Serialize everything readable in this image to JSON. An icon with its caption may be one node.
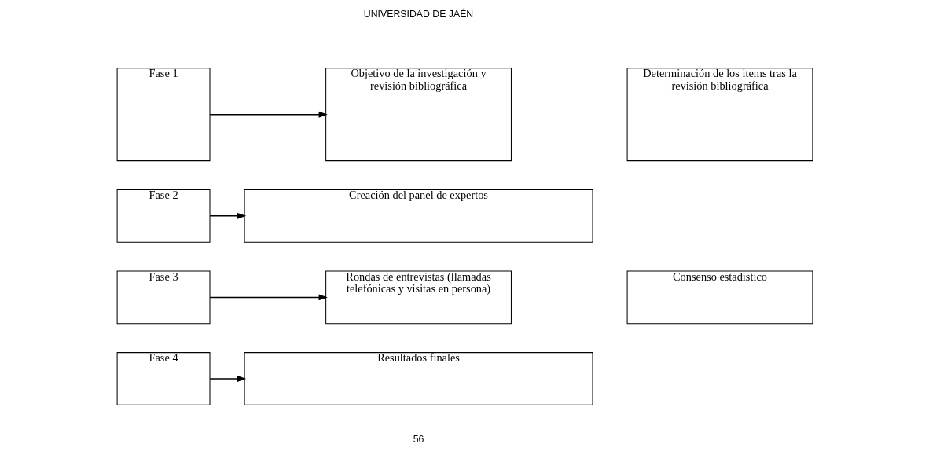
{
  "diagram": {
    "nodes": [
      {
        "text": [
          "Fase 1"
        ]
      },
      {
        "text": [
          "Objetivo de la investigación y revisión bibliográfica"
        ]
      },
      {
        "text": [
          "Determinación de los items tras la revisión bibliográfica"
        ]
      },
      {
        "text": [
          "Fase 2"
        ]
      },
      {
        "text": [
          "Creación del panel de expertos"
        ]
      },
      {
        "text": [
          "Fase 3"
        ]
      },
      {
        "text": [
          "Rondas de entrevistas (llamadas telefónicas y visitas en persona)"
        ]
      },
      {
        "text": [
          "Consenso estadístico"
        ]
      },
      {
        "text": [
          "Fase 4"
        ]
      },
      {
        "text": [
          "Resultados finales"
        ]
      }
    ],
    "edges": [
      {
        "from": 0,
        "to": 1,
        "arrow": "to"
      },
      {
        "from": 3,
        "to": 4,
        "arrow": "to"
      },
      {
        "from": 5,
        "to": 6,
        "arrow": "to"
      },
      {
        "from": 8,
        "to": 9,
        "arrow": "to"
      }
    ],
    "labels": [
      "56",
      "UNIVERSIDAD DE JAÉN"
    ]
  }
}
